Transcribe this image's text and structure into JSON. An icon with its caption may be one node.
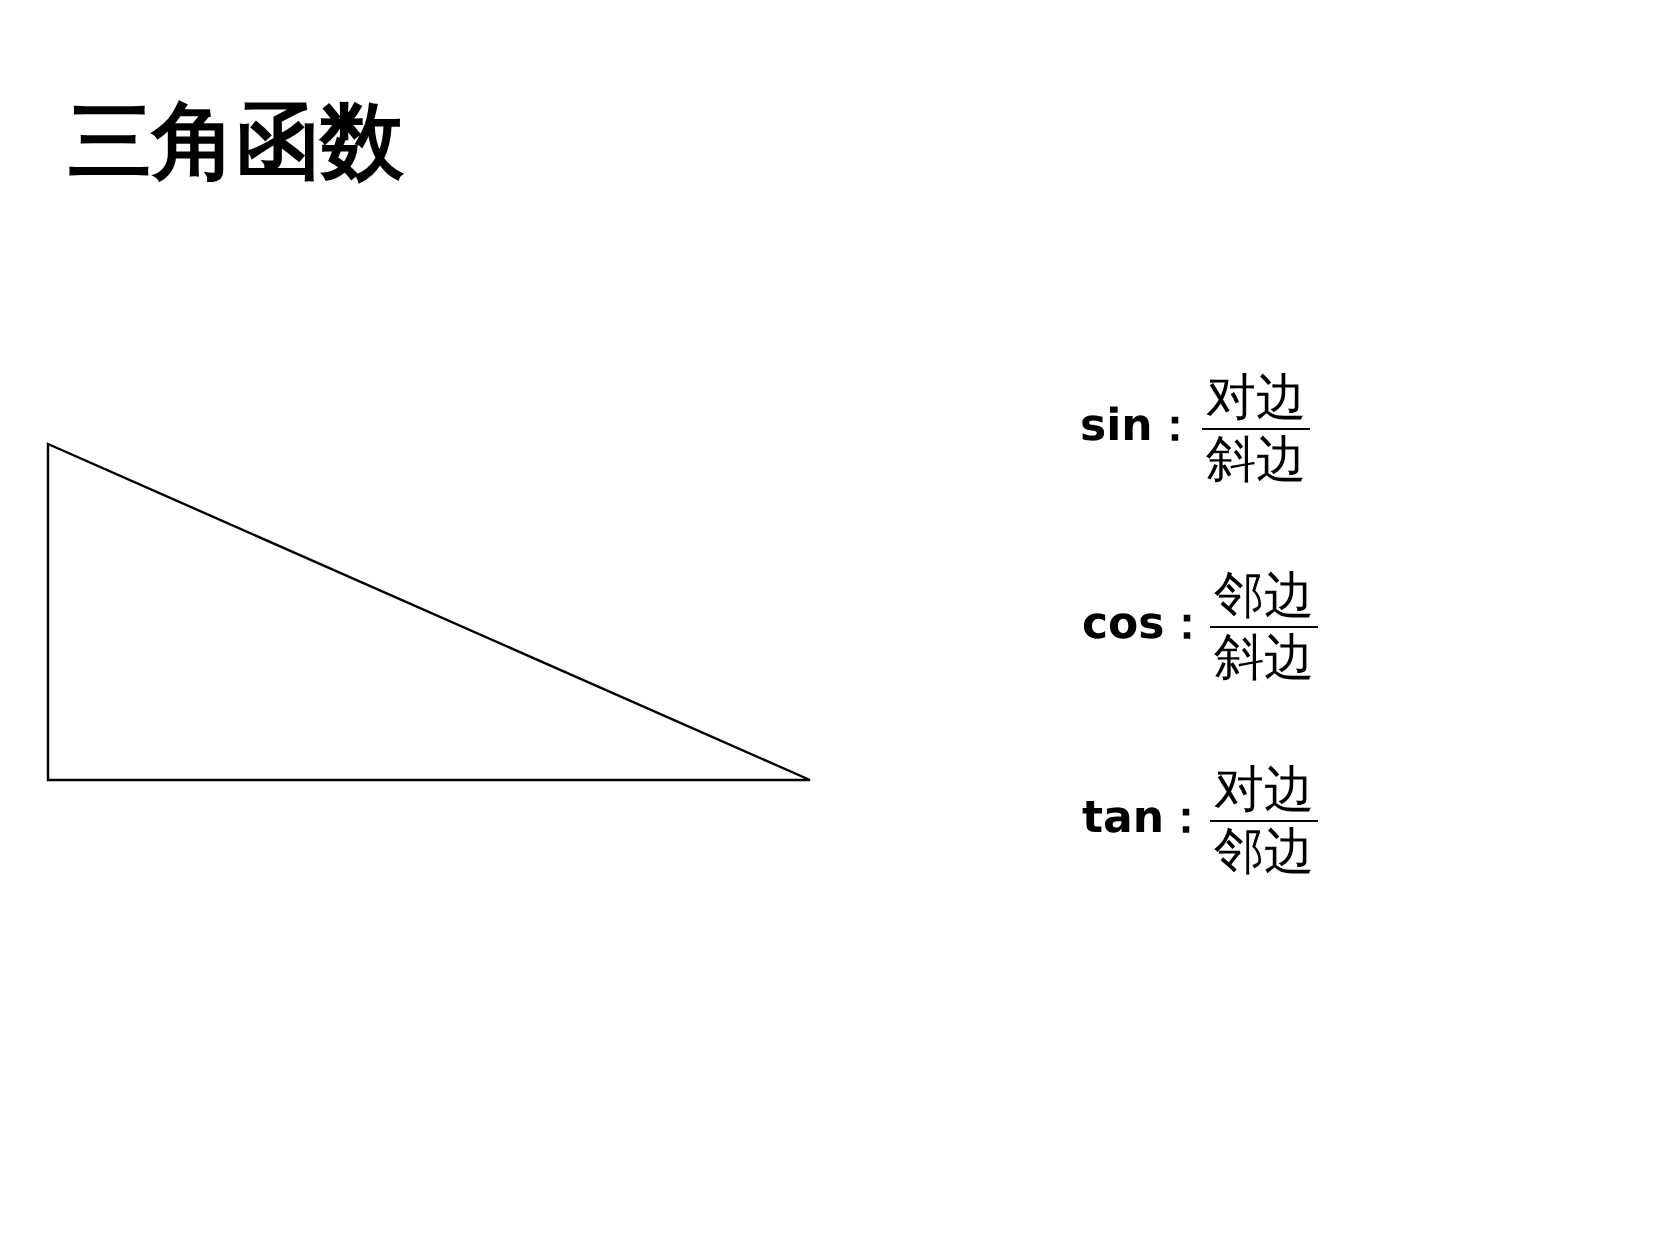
{
  "diagram": {
    "title": "三角函数",
    "labels": [
      "sin：",
      "对边",
      "斜边",
      "cos：",
      "邻边",
      "斜边",
      "tan：",
      "对边",
      "邻边"
    ]
  }
}
